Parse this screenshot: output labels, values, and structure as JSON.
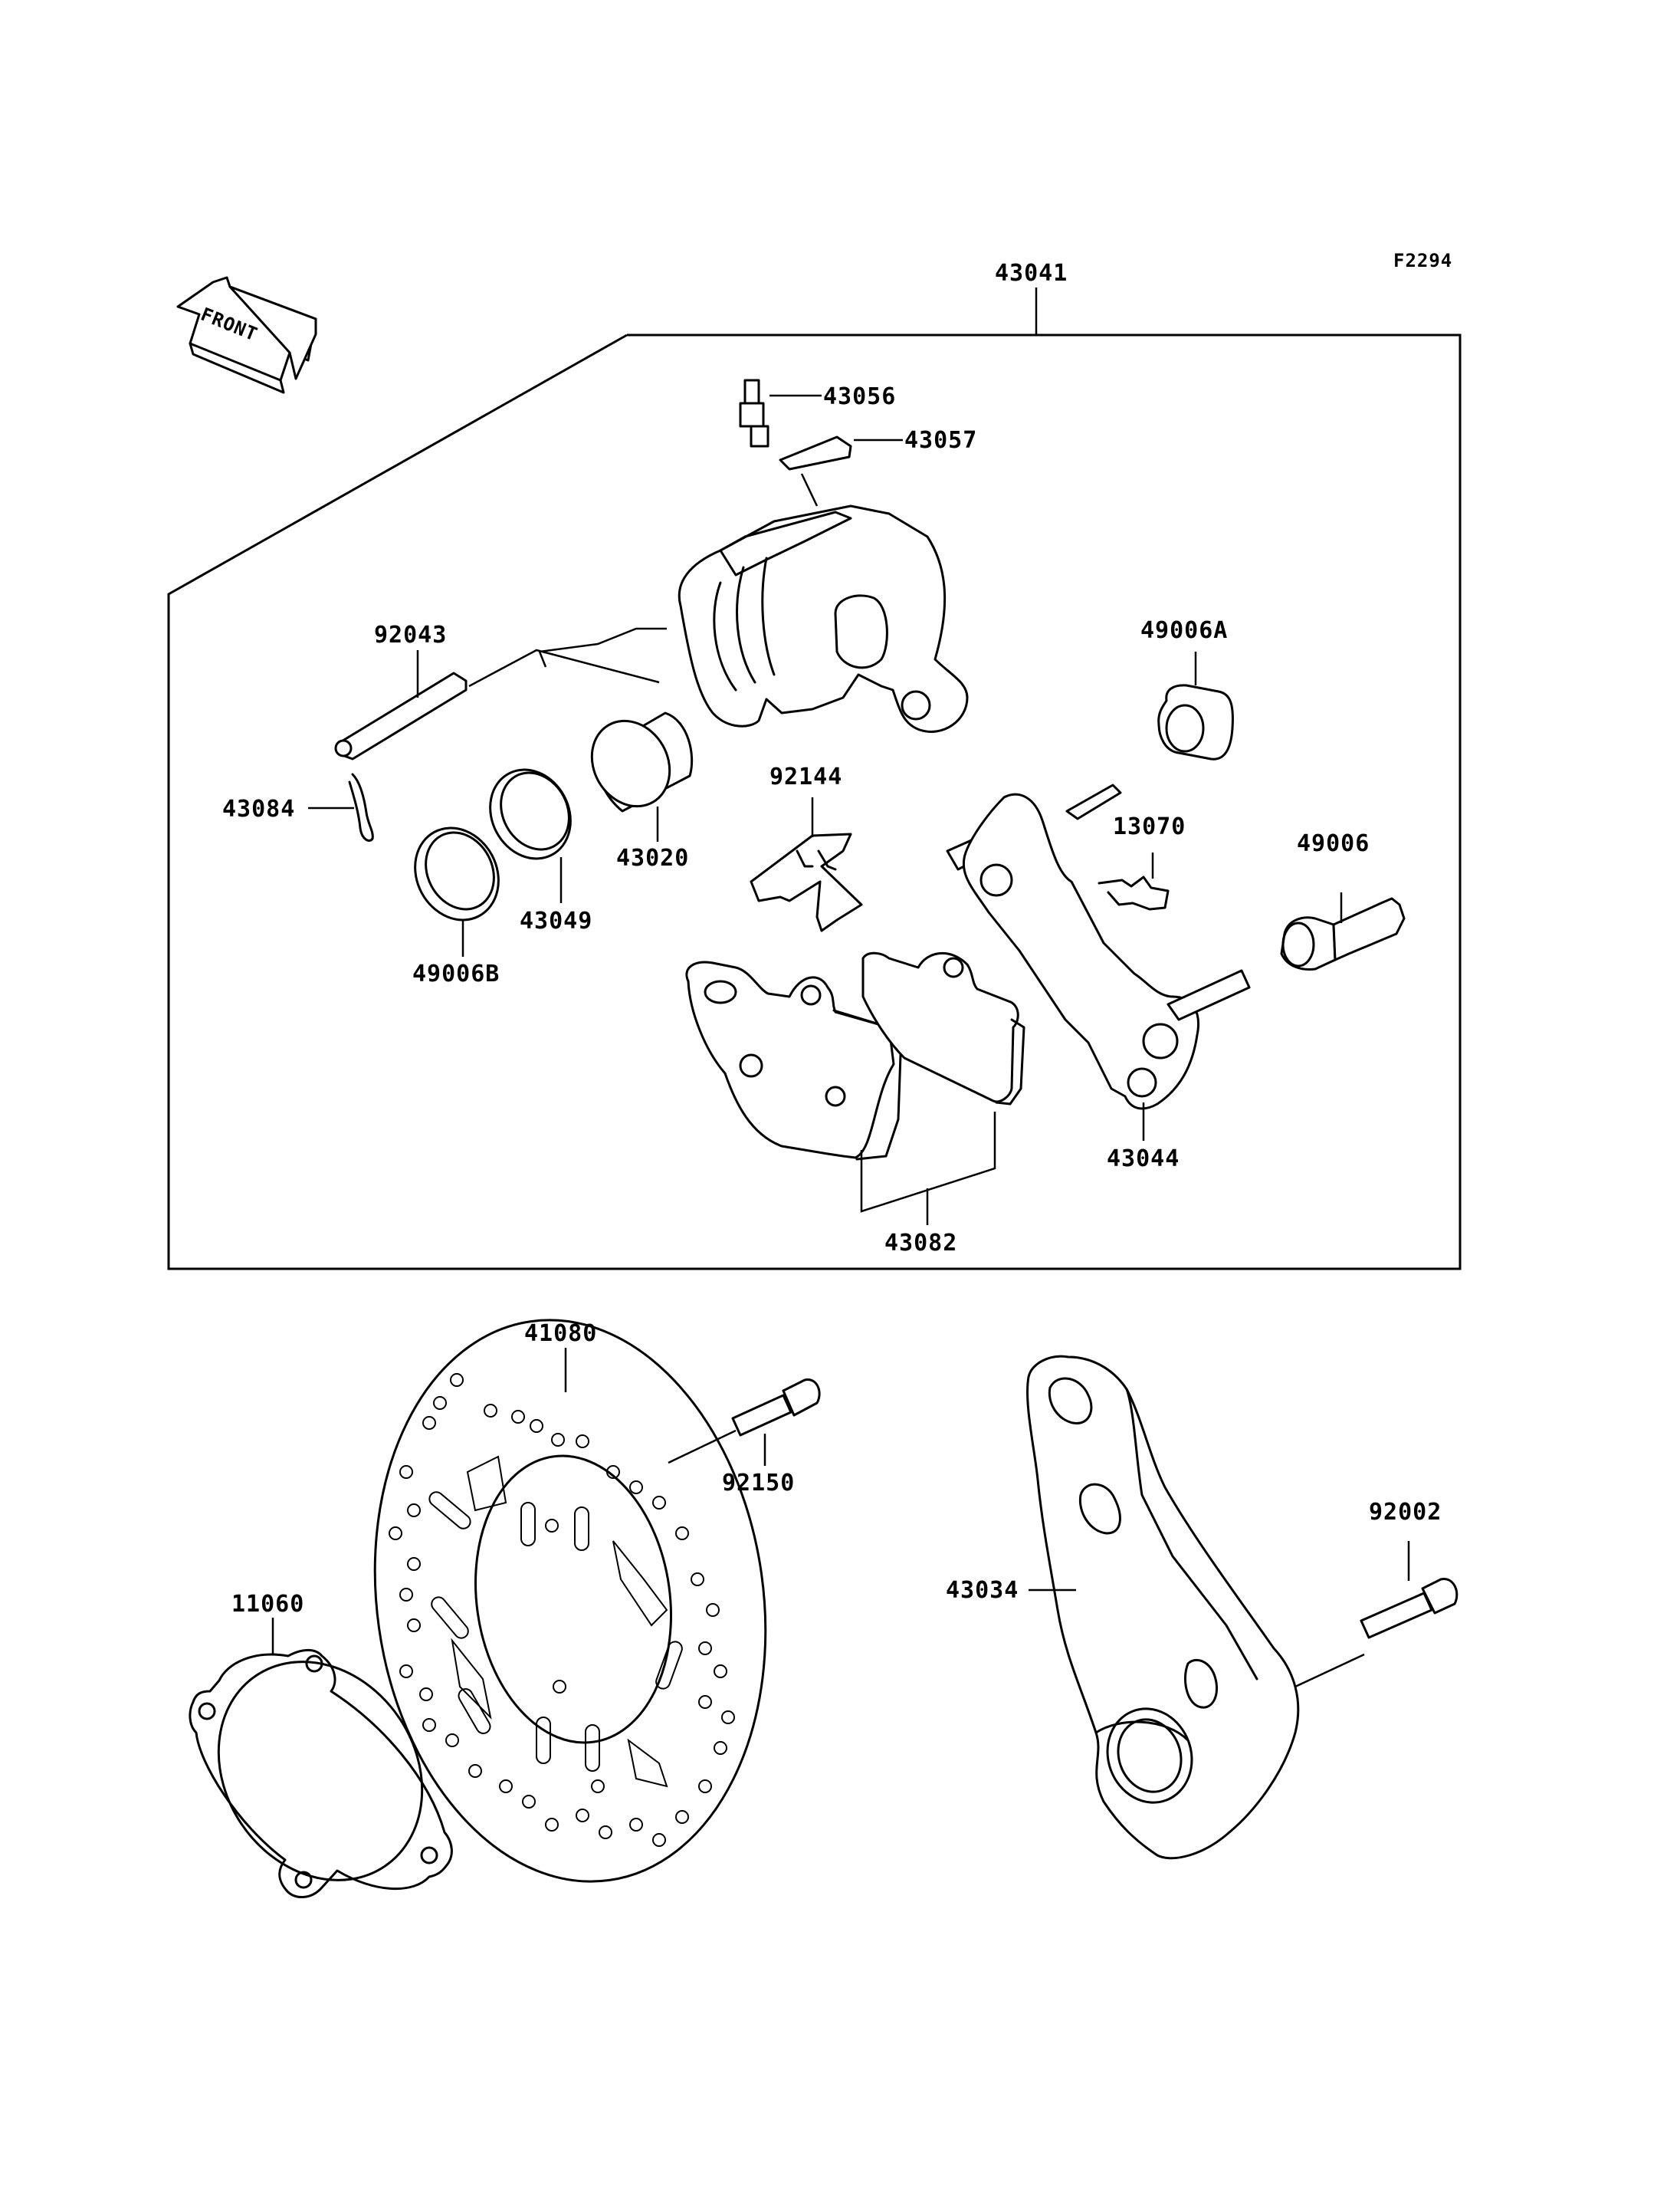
{
  "figure_id": "F2294",
  "front_label": "FRONT",
  "parts": {
    "p43041": "43041",
    "p43056": "43056",
    "p43057": "43057",
    "p92043": "92043",
    "p49006A": "49006A",
    "p43084": "43084",
    "p92144": "92144",
    "p13070": "13070",
    "p49006": "49006",
    "p43020": "43020",
    "p43049": "43049",
    "p49006B": "49006B",
    "p43044": "43044",
    "p43082": "43082",
    "p41080": "41080",
    "p92150": "92150",
    "p92002": "92002",
    "p11060": "11060",
    "p43034": "43034"
  }
}
